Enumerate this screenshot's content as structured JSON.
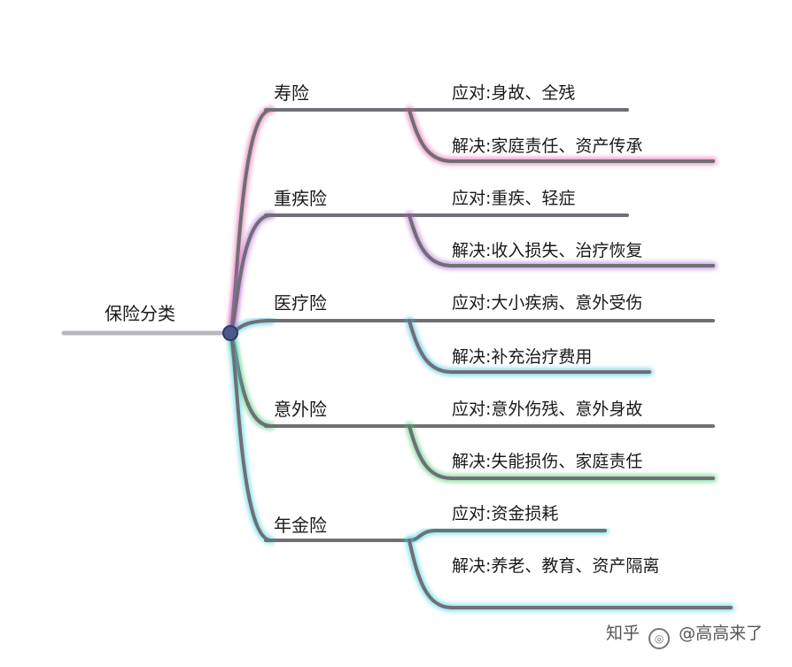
{
  "root": {
    "label": "保险分类"
  },
  "categories": [
    {
      "id": "shou",
      "label": "寿险",
      "color": "#e8559e",
      "cope": "应对:身故、全残",
      "solve": "解决:家庭责任、资产传承"
    },
    {
      "id": "zhongji",
      "label": "重疾险",
      "color": "#b061cf",
      "cope": "应对:重疾、轻症",
      "solve": "解决:收入损失、治疗恢复"
    },
    {
      "id": "yiliao",
      "label": "医疗险",
      "color": "#3bbbe0",
      "cope": "应对:大小疾病、意外受伤",
      "solve": "解决:补充治疗费用"
    },
    {
      "id": "yiwai",
      "label": "意外险",
      "color": "#3fc56a",
      "cope": "应对:意外伤残、意外身故",
      "solve": "解决:失能损伤、家庭责任"
    },
    {
      "id": "nianjin",
      "label": "年金险",
      "color": "#35d0e0",
      "cope": "应对:资金损耗",
      "solve": "解决:养老、教育、资产隔离"
    }
  ],
  "watermark": {
    "text": "知乎",
    "author": "@高高来了"
  }
}
